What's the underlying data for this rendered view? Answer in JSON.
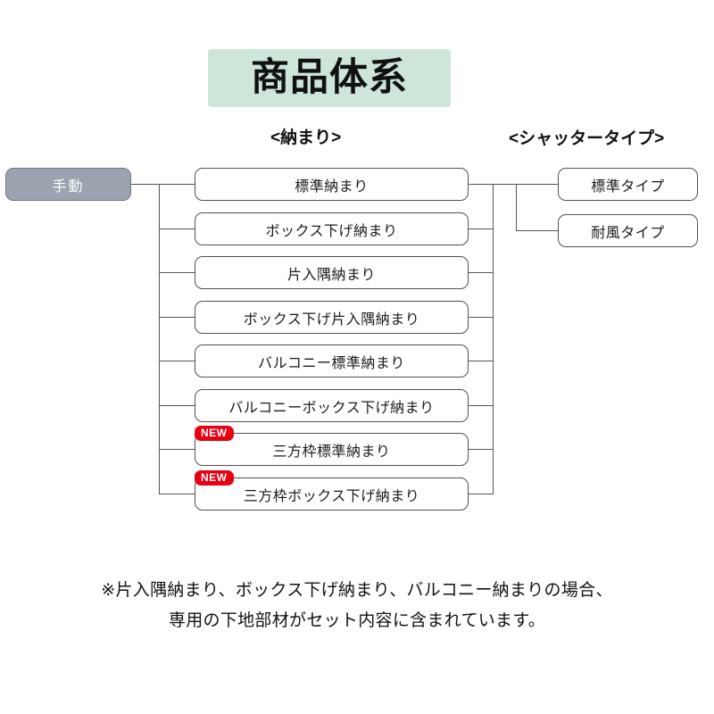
{
  "banner": {
    "title": "商品体系",
    "background_color": "#cde6d9"
  },
  "headers": {
    "osamari": "<納まり>",
    "shutter": "<シャッタータイプ>"
  },
  "root": {
    "label": "手動",
    "fill_color": "#9aa3ae",
    "text_color": "#ffffff"
  },
  "badge": {
    "label": "NEW",
    "color": "#e60012"
  },
  "osamari_nodes": [
    {
      "label": "標準納まり",
      "new": false
    },
    {
      "label": "ボックス下げ納まり",
      "new": false
    },
    {
      "label": "片入隅納まり",
      "new": false
    },
    {
      "label": "ボックス下げ片入隅納まり",
      "new": false
    },
    {
      "label": "バルコニー標準納まり",
      "new": false
    },
    {
      "label": "バルコニーボックス下げ納まり",
      "new": false
    },
    {
      "label": "三方枠標準納まり",
      "new": true
    },
    {
      "label": "三方枠ボックス下げ納まり",
      "new": true
    }
  ],
  "shutter_nodes": [
    {
      "label": "標準タイプ"
    },
    {
      "label": "耐風タイプ"
    }
  ],
  "footnote": {
    "line1": "※片入隅納まり、ボックス下げ納まり、バルコニー納まりの場合、",
    "line2": "専用の下地部材がセット内容に含まれています。"
  }
}
